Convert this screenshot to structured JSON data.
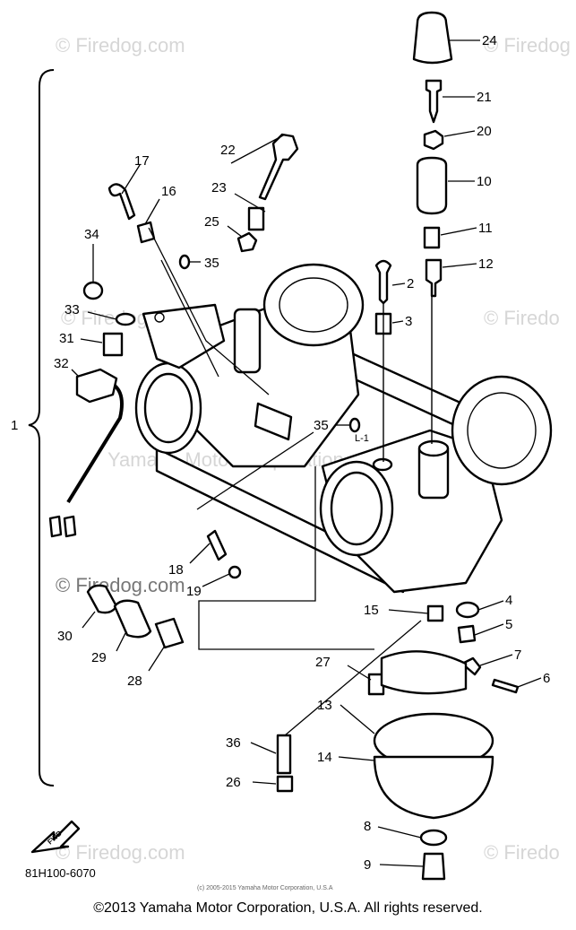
{
  "diagram": {
    "code": "81H100-6070",
    "credit": "(c) 2005-2015 Yamaha Motor Corporation, U.S.A",
    "copyright": "©2013 Yamaha Motor Corporation, U.S.A. All rights reserved.",
    "fwd_label": "FWD",
    "bracket_label": "1",
    "watermark_text": "© Firedog.com",
    "watermark_center": "© Firedog.com",
    "watermark_faint": "Yamaha Motor Corporation",
    "sub_label": "L-1"
  },
  "parts": [
    "24",
    "21",
    "20",
    "10",
    "11",
    "12",
    "2",
    "3",
    "22",
    "23",
    "25",
    "35",
    "17",
    "16",
    "34",
    "33",
    "31",
    "32",
    "35",
    "1",
    "18",
    "19",
    "30",
    "29",
    "28",
    "15",
    "4",
    "5",
    "7",
    "6",
    "27",
    "13",
    "36",
    "14",
    "26",
    "8",
    "9"
  ]
}
